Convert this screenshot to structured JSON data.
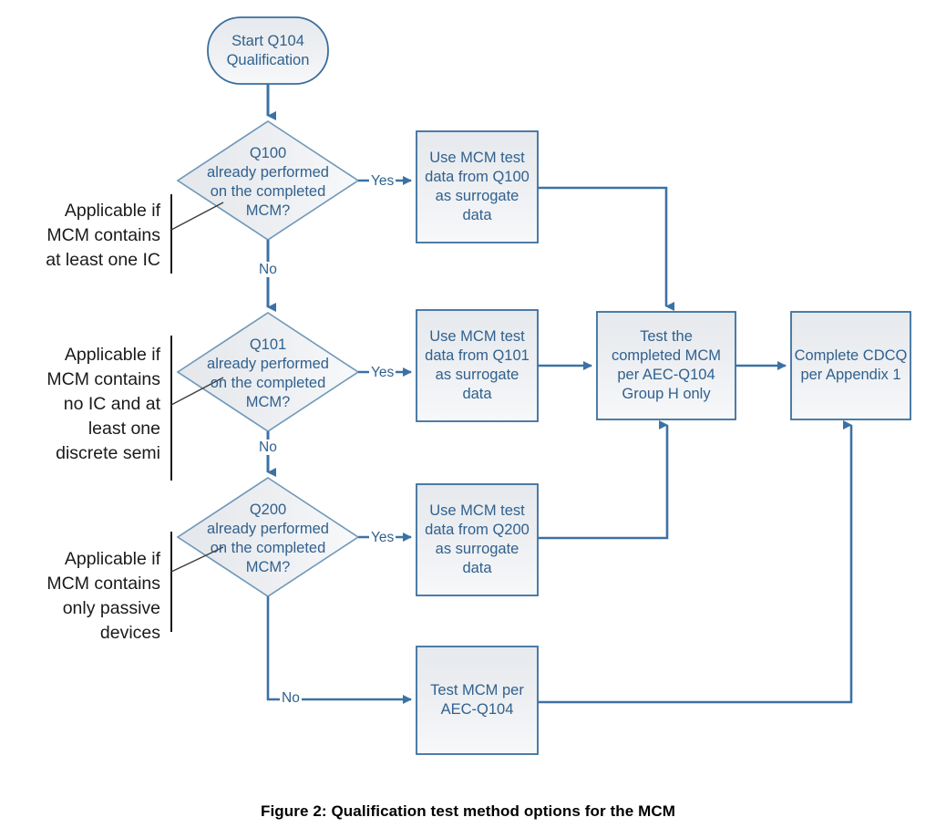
{
  "figure": {
    "caption": "Figure 2:  Qualification test method options for the MCM",
    "colors": {
      "node_fill": "#eceef1",
      "node_stroke": "#3b6e9c",
      "connector": "#3b72a4",
      "text": "#31618e",
      "annotation_text": "#1a1a1a",
      "bracket": "#1a1a1a",
      "background": "#ffffff"
    }
  },
  "nodes": {
    "start": {
      "shape": "terminator",
      "label": "Start Q104\nQualification"
    },
    "decision_q100": {
      "shape": "diamond",
      "label": "Q100\nalready performed\non the completed\nMCM?"
    },
    "decision_q101": {
      "shape": "diamond",
      "label": "Q101\nalready performed\non the completed\nMCM?"
    },
    "decision_q200": {
      "shape": "diamond",
      "label": "Q200\nalready performed\non the completed\nMCM?"
    },
    "surrogate_q100": {
      "shape": "process",
      "label": "Use MCM test\ndata from Q100\nas surrogate\ndata"
    },
    "surrogate_q101": {
      "shape": "process",
      "label": "Use MCM test\ndata from Q101\nas surrogate\ndata"
    },
    "surrogate_q200": {
      "shape": "process",
      "label": "Use MCM test\ndata from Q200\nas surrogate\ndata"
    },
    "test_group_h": {
      "shape": "process",
      "label": "Test the\ncompleted MCM\nper AEC-Q104\nGroup H only"
    },
    "test_full": {
      "shape": "process",
      "label": "Test MCM per\nAEC-Q104"
    },
    "complete_cdcq": {
      "shape": "process",
      "label": "Complete CDCQ\nper Appendix 1"
    }
  },
  "edge_labels": {
    "q100_yes": "Yes",
    "q100_no": "No",
    "q101_yes": "Yes",
    "q101_no": "No",
    "q200_yes": "Yes",
    "q200_no": "No"
  },
  "annotations": {
    "ic": "Applicable if\nMCM contains\nat least one IC",
    "discrete": "Applicable if\nMCM contains\nno IC and at\nleast one\ndiscrete semi",
    "passive": "Applicable if\nMCM contains\nonly passive\ndevices"
  }
}
